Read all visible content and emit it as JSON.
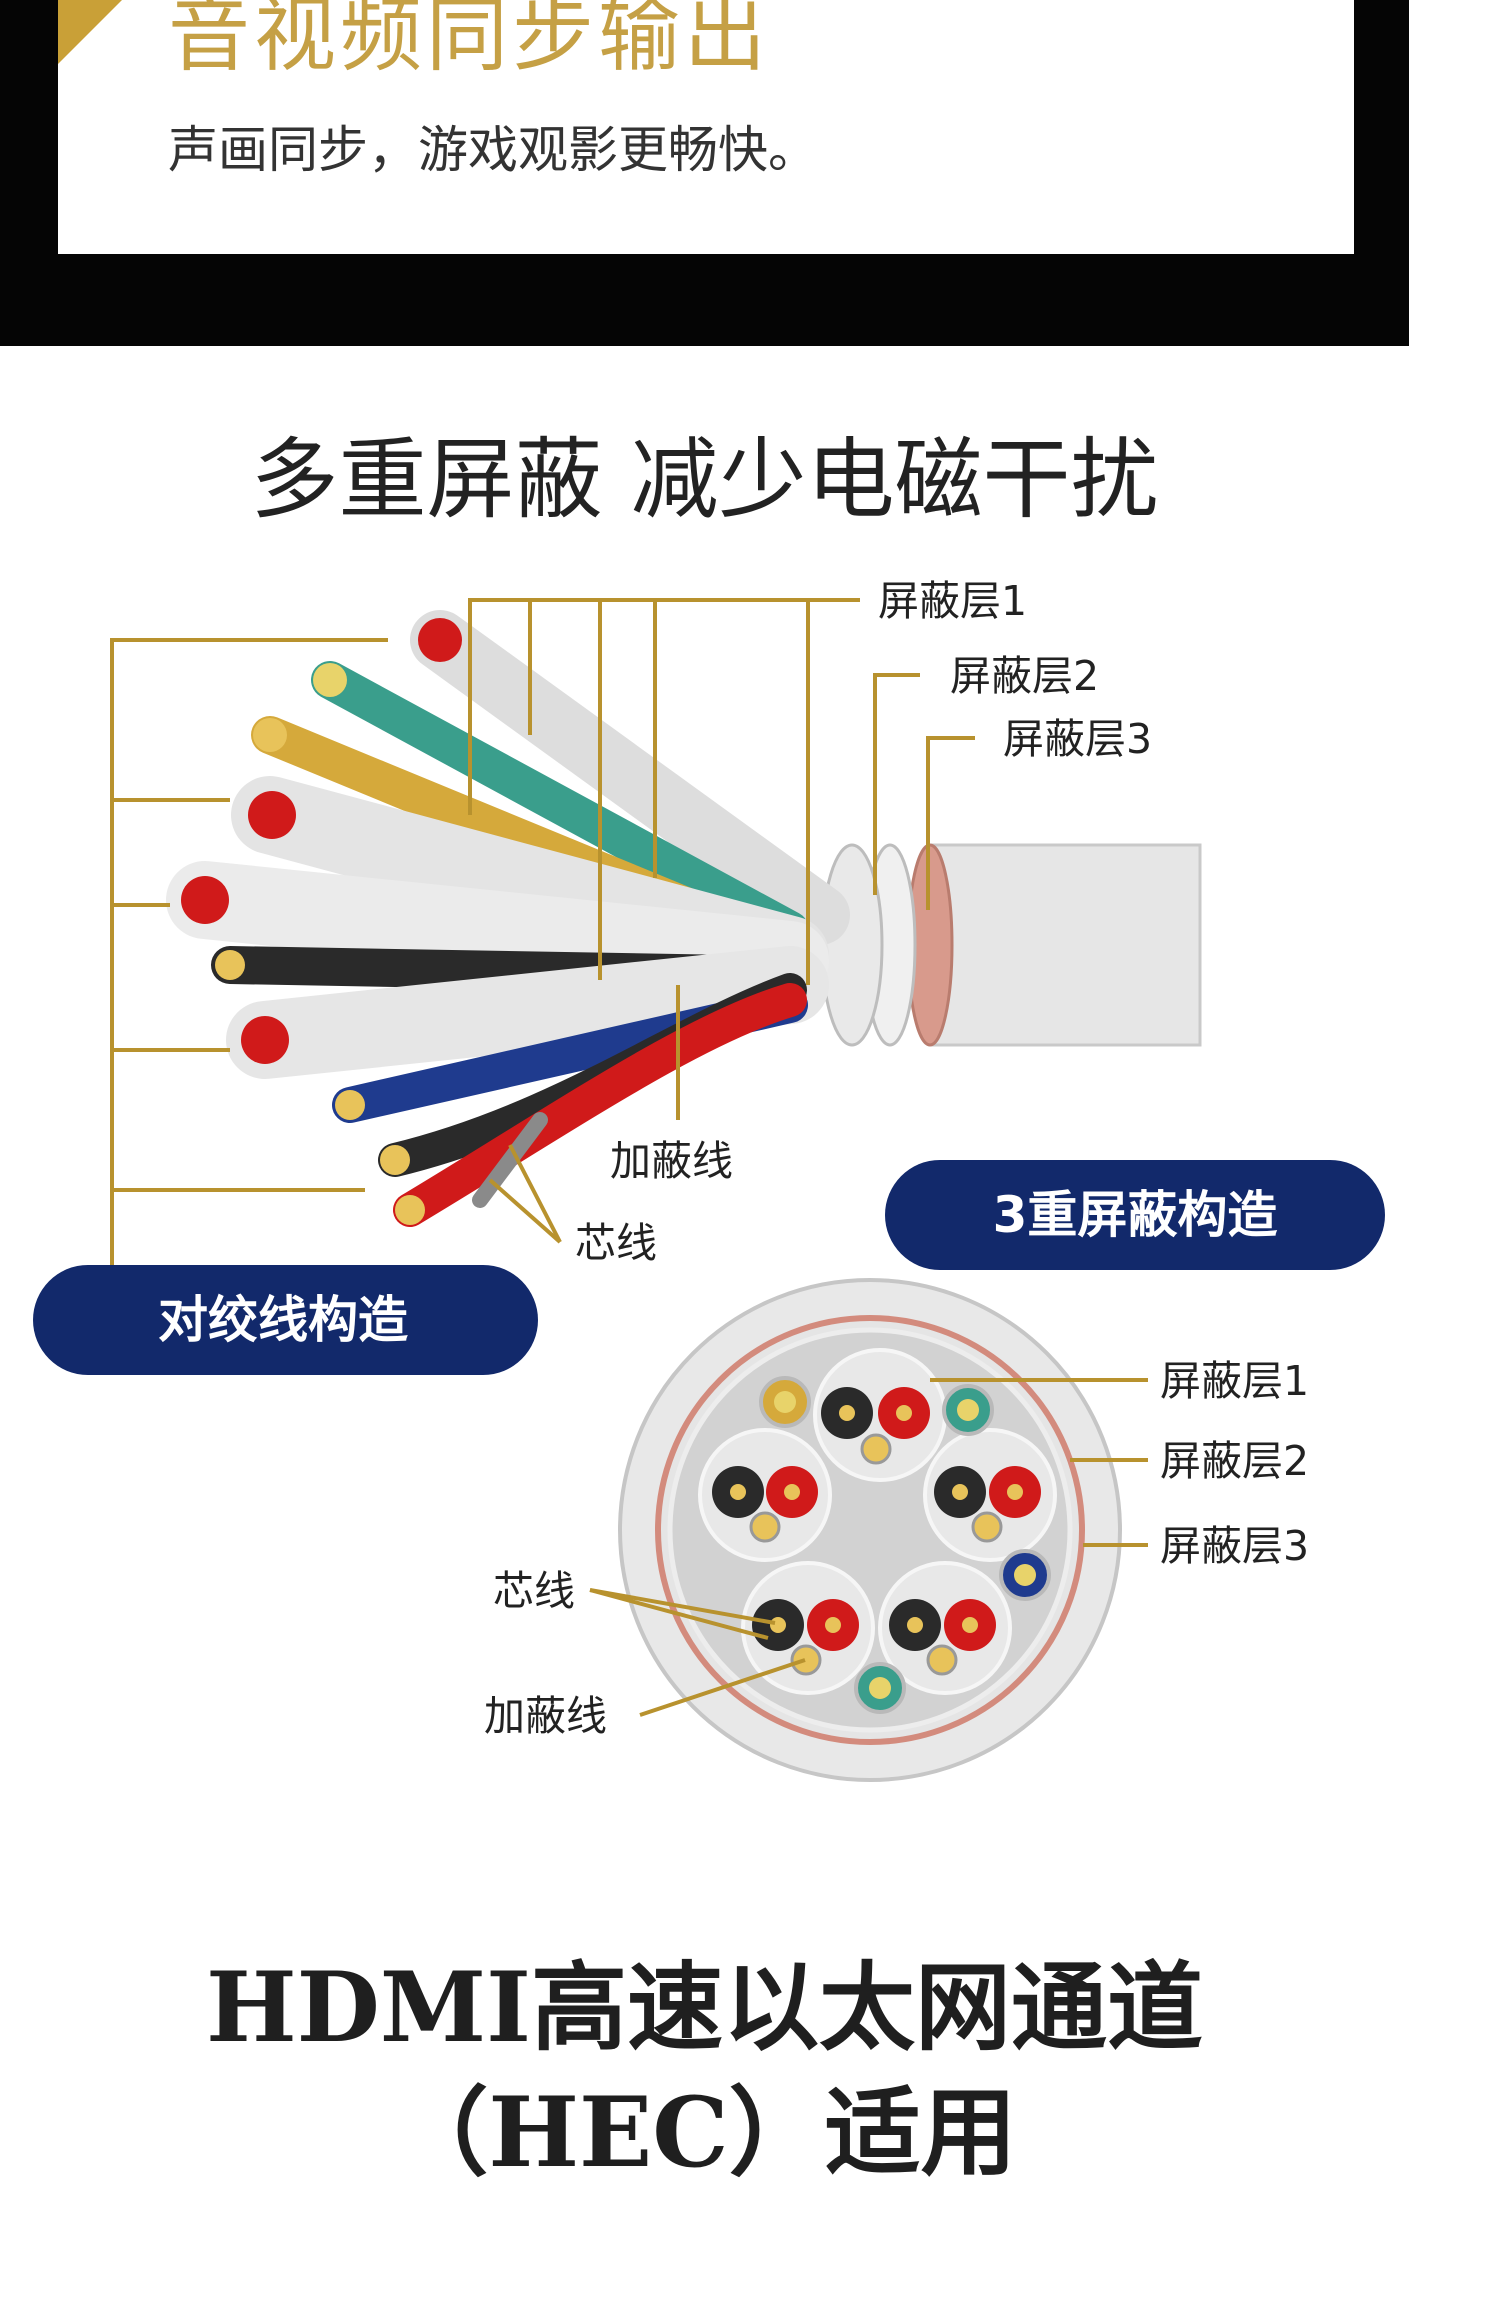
{
  "banner": {
    "title": "音视频同步输出",
    "subtitle": "声画同步，游戏观影更畅快。",
    "colors": {
      "frame": "#050505",
      "card": "#ffffff",
      "gold": "#c5a045"
    }
  },
  "section": {
    "title": "多重屏蔽 减少电磁干扰"
  },
  "diagram": {
    "side_labels": {
      "shield1": "屏蔽层1",
      "shield2": "屏蔽层2",
      "shield3": "屏蔽层3",
      "drain_wire": "加蔽线",
      "core_wire": "芯线"
    },
    "cross_labels": {
      "shield1": "屏蔽层1",
      "shield2": "屏蔽层2",
      "shield3": "屏蔽层3",
      "core_wire": "芯线",
      "drain_wire": "加蔽线"
    },
    "badges": {
      "twisted_pair": "对绞线构造",
      "triple_shield": "3重屏蔽构造"
    },
    "colors": {
      "badge": "#12296b",
      "leader": "#b8922e",
      "jacket": "#e6e6e6",
      "copper_layer": "#d89a8c",
      "red": "#d01a1a",
      "black": "#2a2a2a",
      "teal": "#3a9e8c",
      "gold_wire": "#d5a93b",
      "blue": "#1f3b8e",
      "grey": "#8a8a8a"
    }
  },
  "footer": {
    "title": "HDMI高速以太网通道",
    "subtitle": "（HEC）适用"
  }
}
